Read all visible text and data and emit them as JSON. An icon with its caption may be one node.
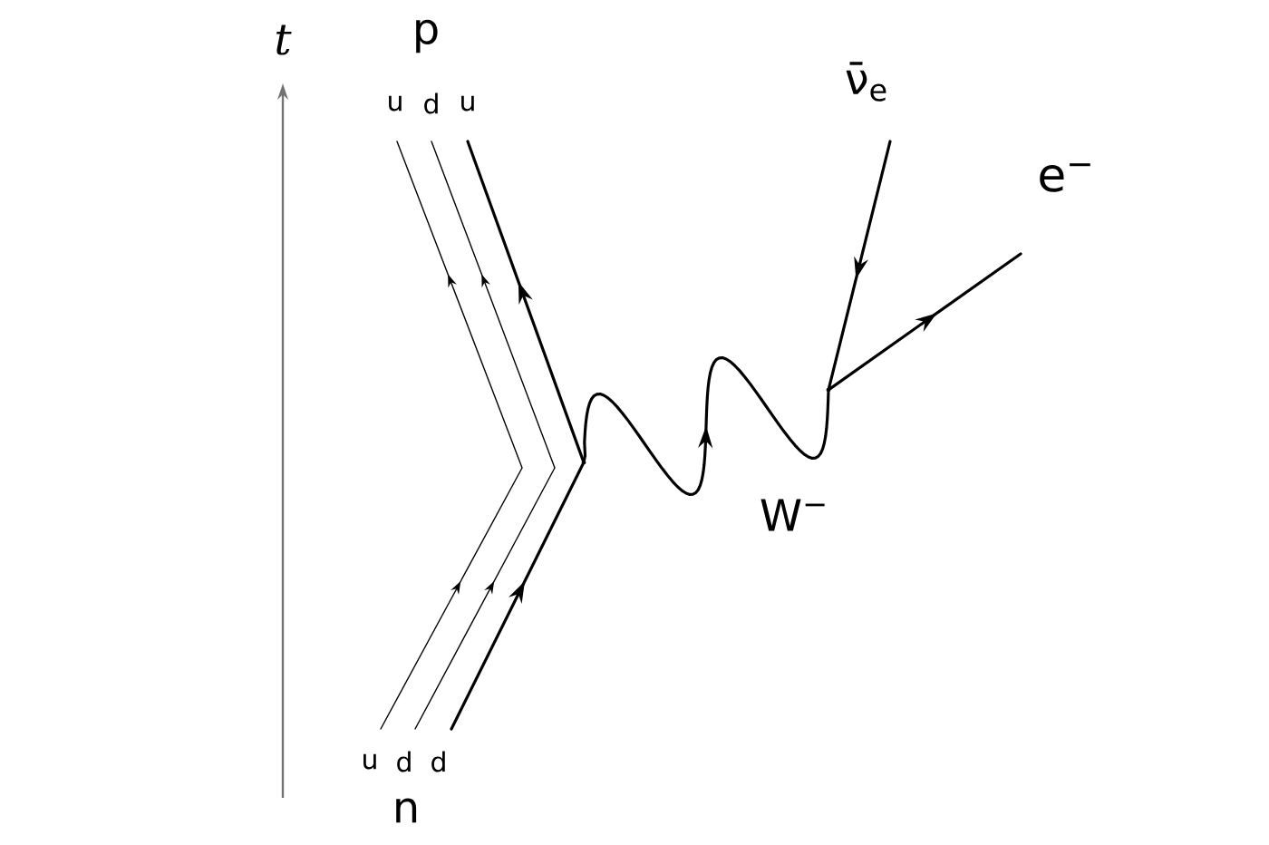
{
  "diagram": {
    "nodes": [
      {
        "text": [
          "n"
        ]
      },
      {
        "text": [
          "u"
        ]
      },
      {
        "text": [
          "d"
        ]
      },
      {
        "text": [
          "d"
        ]
      },
      {
        "text": [
          "p"
        ]
      },
      {
        "text": [
          "u"
        ]
      },
      {
        "text": [
          "d"
        ]
      },
      {
        "text": [
          "u"
        ]
      },
      {
        "text": [],
        "shape": "point"
      },
      {
        "text": [],
        "shape": "point"
      },
      {
        "text": [
          "ν̄$_{e}$"
        ]
      },
      {
        "text": [
          "e$^{−}$"
        ]
      }
    ],
    "edges": [
      {
        "from": 1,
        "to": 5,
        "arrow": "to"
      },
      {
        "from": 2,
        "to": 6,
        "arrow": "to"
      },
      {
        "from": 3,
        "to": 8,
        "arrow": "to"
      },
      {
        "from": 8,
        "to": 7,
        "arrow": "to"
      },
      {
        "from": 8,
        "to": 9,
        "arrow": "to",
        "label": "W$^{−}$"
      },
      {
        "from": 10,
        "to": 9,
        "arrow": "to"
      },
      {
        "from": 9,
        "to": 11,
        "arrow": "to"
      }
    ],
    "labels": [
      "t"
    ]
  }
}
